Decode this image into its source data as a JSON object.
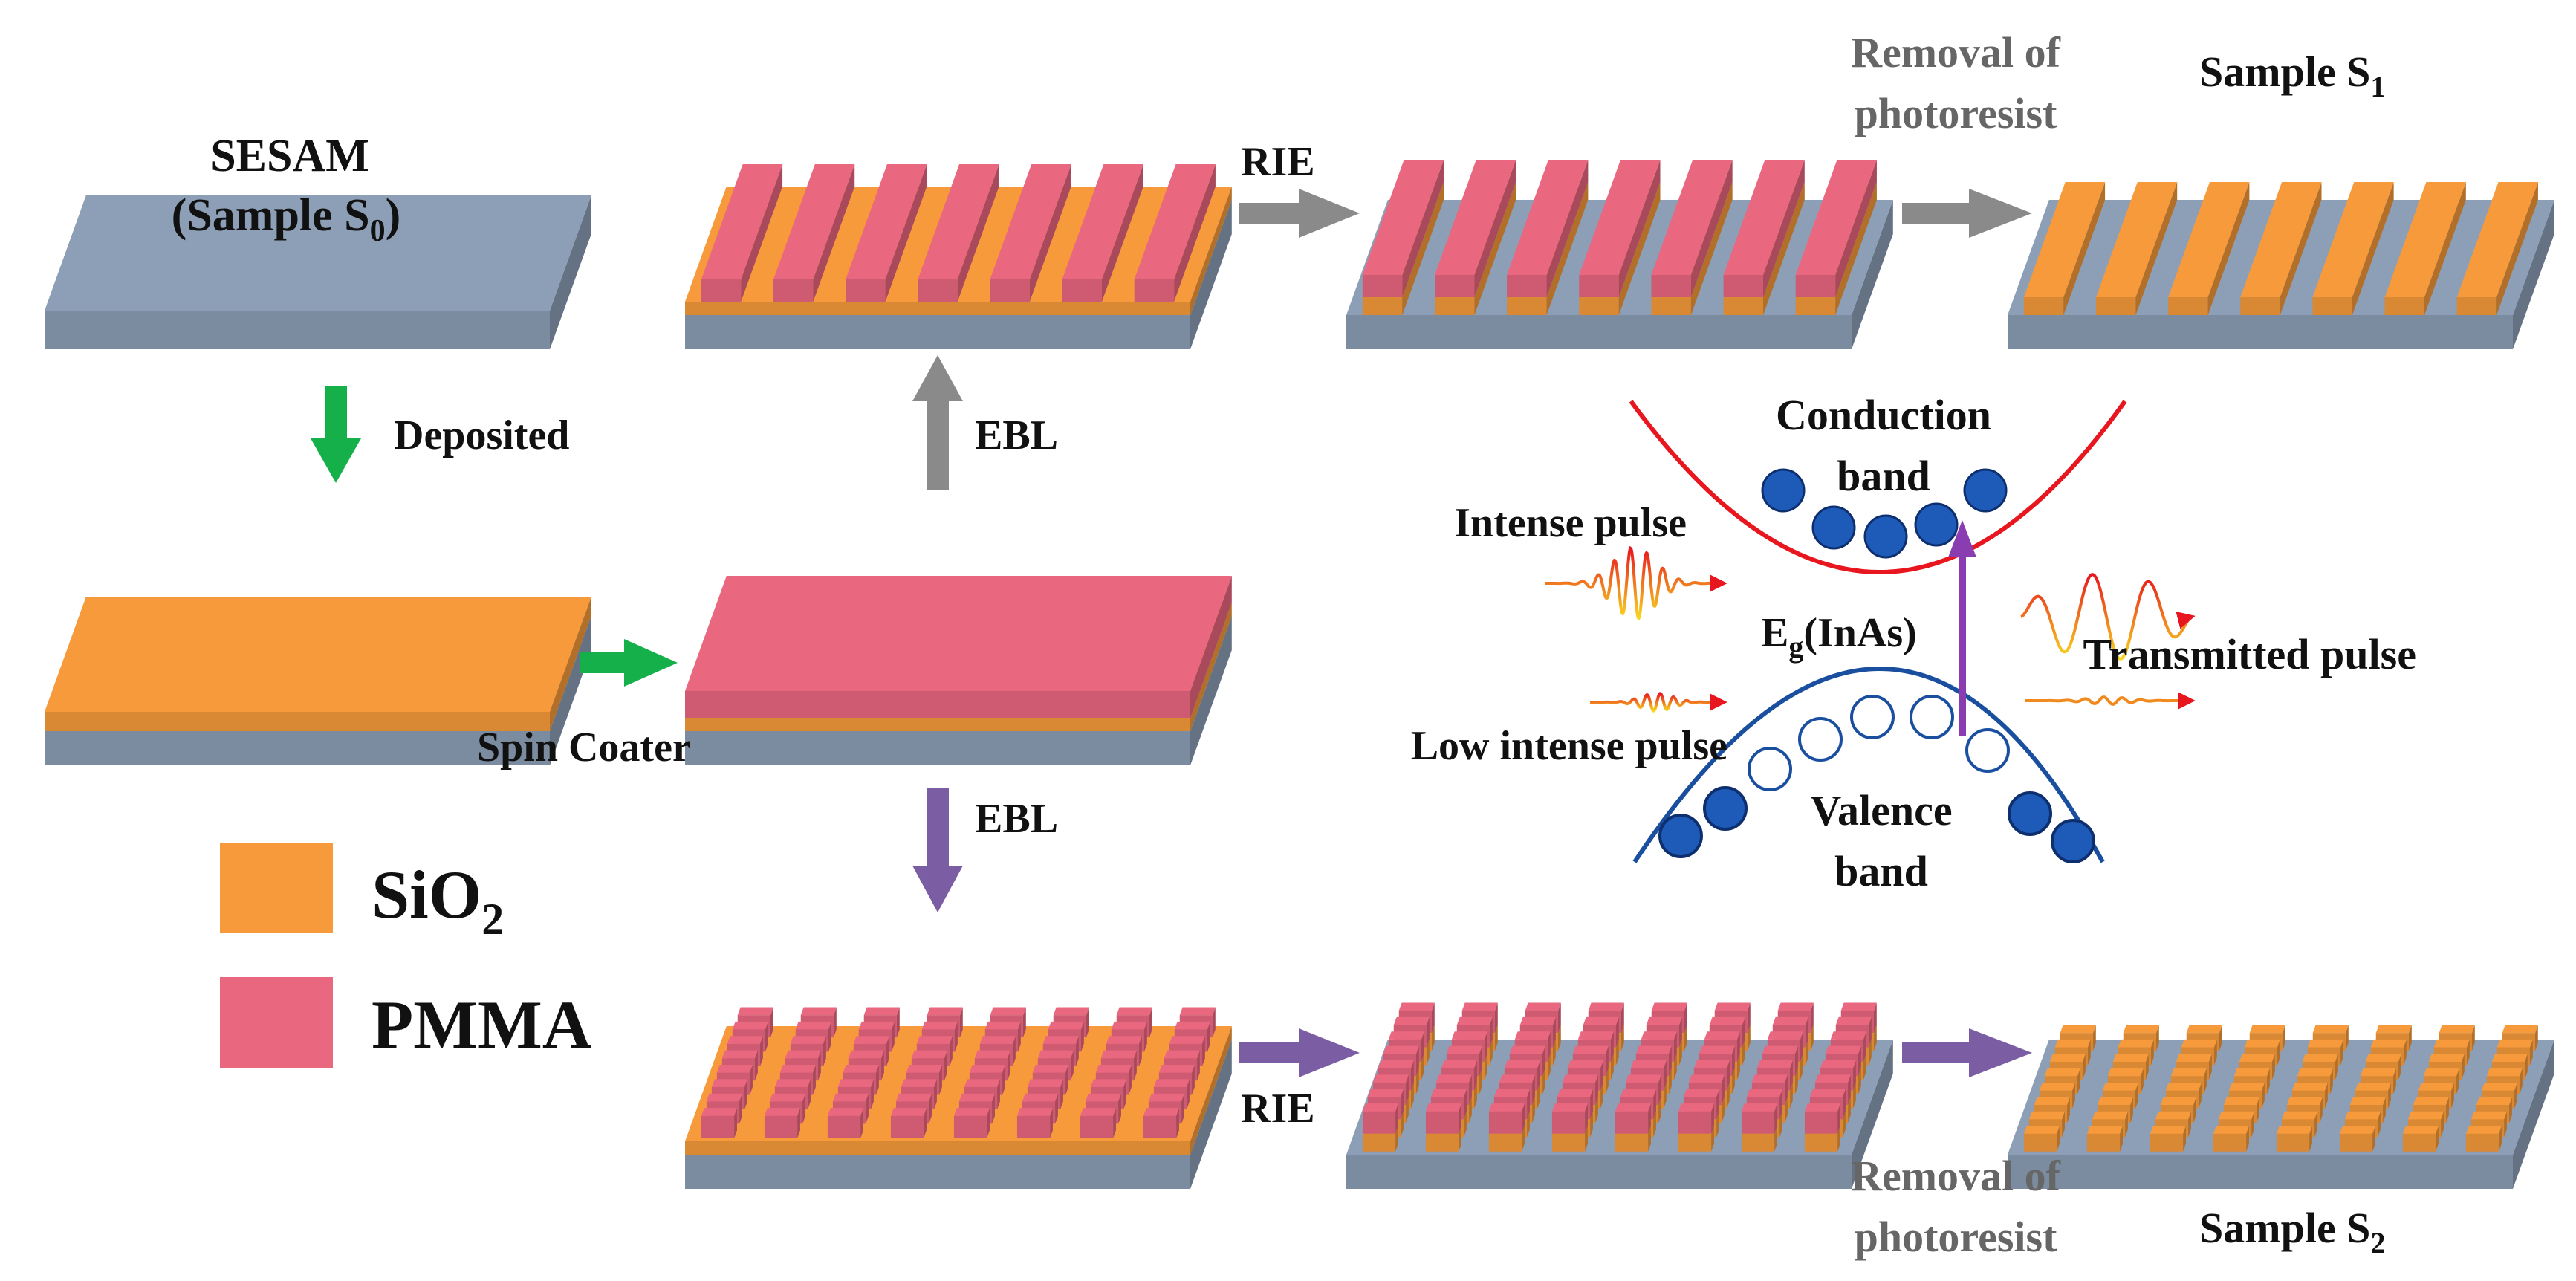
{
  "labels": {
    "sesam_line1": "SESAM",
    "sesam_line2": "(Sample S",
    "sesam_sub": "0",
    "sesam_close": ")",
    "deposited": "Deposited",
    "spin_coater": "Spin Coater",
    "ebl_top": "EBL",
    "ebl_bottom": "EBL",
    "rie_top": "RIE",
    "rie_bottom": "RIE",
    "removal_top_1": "Removal of",
    "removal_top_2": "photoresist",
    "removal_bottom_1": "Removal of",
    "removal_bottom_2": "photoresist",
    "sample_s1": "Sample S",
    "sample_s1_sub": "1",
    "sample_s2": "Sample S",
    "sample_s2_sub": "2"
  },
  "legend": {
    "sio2_main": "SiO",
    "sio2_sub": "2",
    "pmma": "PMMA"
  },
  "band": {
    "conduction_1": "Conduction",
    "conduction_2": "band",
    "valence_1": "Valence",
    "valence_2": "band",
    "eg_main": "E",
    "eg_sub": "g",
    "eg_rest": "(InAs)",
    "intense_pulse": "Intense pulse",
    "low_intense_pulse": "Low intense pulse",
    "transmitted_pulse": "Transmitted pulse"
  },
  "colors": {
    "substrate": "#8c9fb6",
    "sio2": "#f79a3b",
    "pmma": "#ea6780",
    "arrow_green": "#16b04a",
    "arrow_gray": "#8a8a8a",
    "arrow_purple": "#7b5da4",
    "conduction_curve": "#e8161e",
    "valence_curve": "#1a4fa0",
    "electron": "#1e5ab8"
  }
}
